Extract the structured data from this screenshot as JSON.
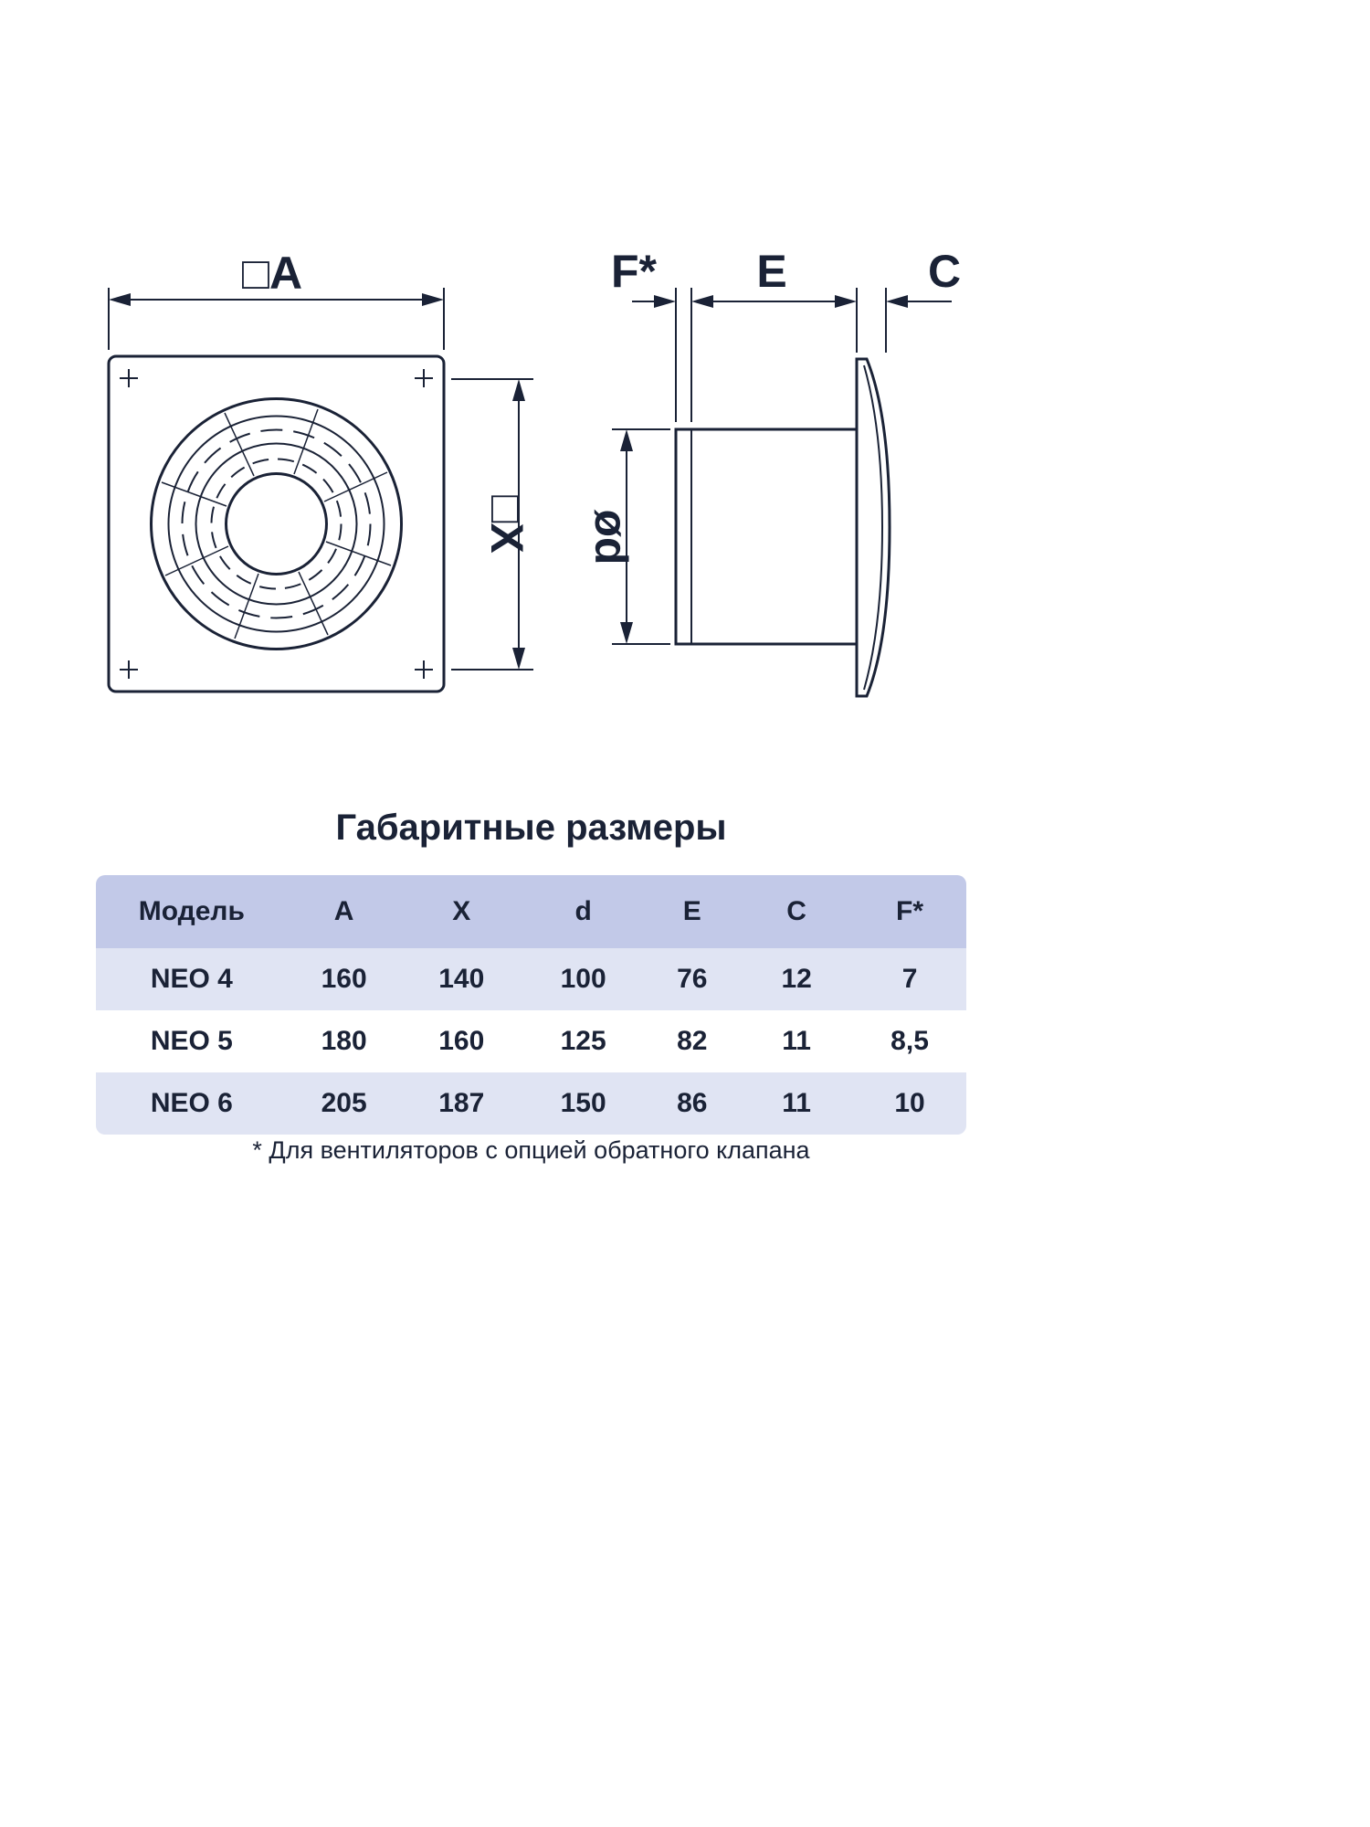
{
  "colors": {
    "line": "#1a2236",
    "text": "#1a2236",
    "table_header_bg": "#c2c9e8",
    "table_row_alt_bg": "#e0e4f3",
    "table_row_bg": "#ffffff"
  },
  "diagram": {
    "front_view": {
      "dim_width_label": "□A",
      "dim_height_label": "□X"
    },
    "side_view": {
      "dim_flange_label": "F*",
      "dim_depth_label": "E",
      "dim_panel_label": "C",
      "dim_diameter_label": "ød"
    }
  },
  "section": {
    "title": "Габаритные размеры",
    "footnote": "* Для вентиляторов с опцией обратного клапана"
  },
  "table": {
    "headers": [
      "Модель",
      "A",
      "X",
      "d",
      "E",
      "C",
      "F*"
    ],
    "rows": [
      [
        "NEO 4",
        "160",
        "140",
        "100",
        "76",
        "12",
        "7"
      ],
      [
        "NEO 5",
        "180",
        "160",
        "125",
        "82",
        "11",
        "8,5"
      ],
      [
        "NEO 6",
        "205",
        "187",
        "150",
        "86",
        "11",
        "10"
      ]
    ]
  }
}
